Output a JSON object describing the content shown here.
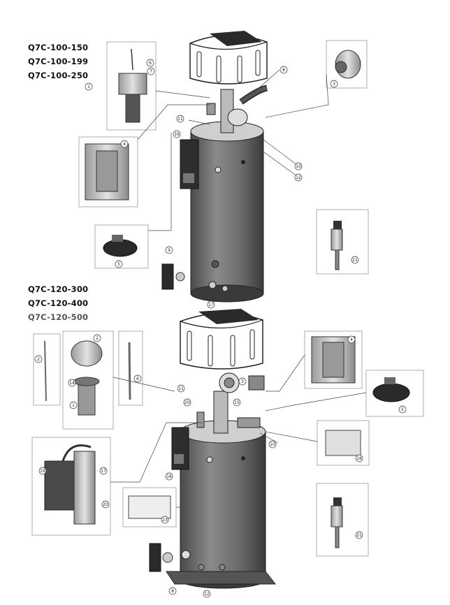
{
  "top_models": [
    "Q7C-100-150",
    "Q7C-100-199",
    "Q7C-100-250"
  ],
  "bottom_models": [
    "Q7C-120-300",
    "Q7C-120-400",
    "Q7C-120-500"
  ],
  "top_callouts": [
    "1",
    "6",
    "7",
    "8",
    "3",
    "4",
    "11",
    "16",
    "10",
    "12",
    "5",
    "9",
    "17",
    "21"
  ],
  "bottom_callouts": [
    "2",
    "2",
    "14",
    "6",
    "1",
    "4",
    "11",
    "20",
    "3",
    "15",
    "5",
    "10",
    "18",
    "19",
    "17",
    "20",
    "16",
    "23",
    "21",
    "8",
    "12"
  ],
  "colors": {
    "tank": "#6e6e6e",
    "tank_dark": "#3c3c3c",
    "line": "#444444",
    "part": "#cfcfcf"
  }
}
